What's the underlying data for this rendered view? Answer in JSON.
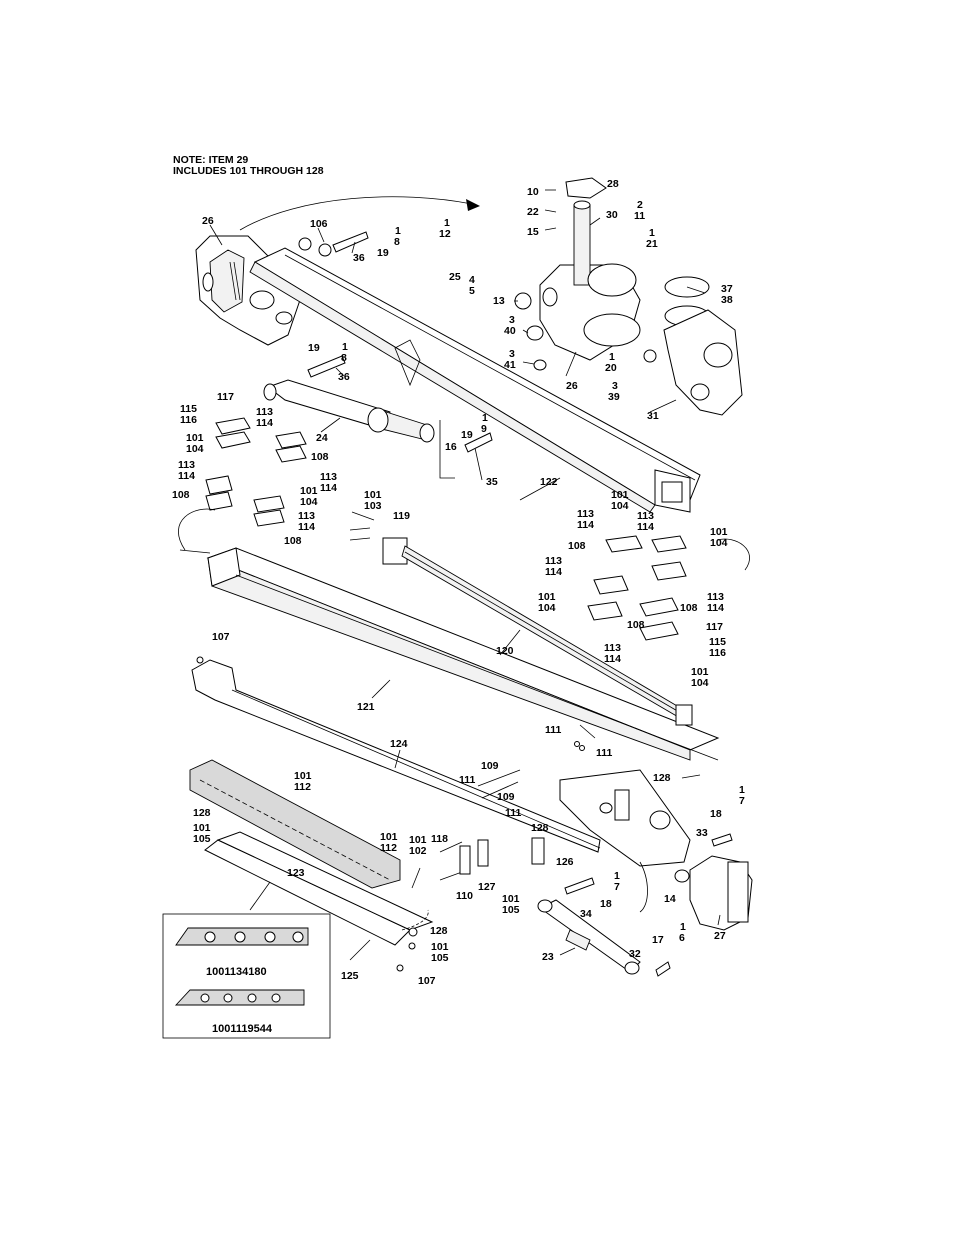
{
  "note": {
    "line1": "NOTE: ITEM 29",
    "line2": "INCLUDES 101 THROUGH 128"
  },
  "inset": {
    "part_a": "1001134180",
    "part_b": "1001119544"
  },
  "callouts": [
    {
      "id": "c1",
      "text": "10"
    },
    {
      "id": "c2",
      "text": "28"
    },
    {
      "id": "c3",
      "text": "22"
    },
    {
      "id": "c4",
      "text": "30"
    },
    {
      "id": "c5",
      "text": "2"
    },
    {
      "id": "c6",
      "text": "11"
    },
    {
      "id": "c7",
      "text": "15"
    },
    {
      "id": "c8",
      "text": "1"
    },
    {
      "id": "c9",
      "text": "21"
    },
    {
      "id": "c10",
      "text": "26"
    },
    {
      "id": "c11",
      "text": "106"
    },
    {
      "id": "c12",
      "text": "1"
    },
    {
      "id": "c13",
      "text": "8"
    },
    {
      "id": "c14",
      "text": "36"
    },
    {
      "id": "c15",
      "text": "19"
    },
    {
      "id": "c16",
      "text": "1"
    },
    {
      "id": "c17",
      "text": "12"
    },
    {
      "id": "c18",
      "text": "25"
    },
    {
      "id": "c19",
      "text": "4"
    },
    {
      "id": "c20",
      "text": "5"
    },
    {
      "id": "c21",
      "text": "37"
    },
    {
      "id": "c22",
      "text": "38"
    },
    {
      "id": "c23",
      "text": "13"
    },
    {
      "id": "c24",
      "text": "3"
    },
    {
      "id": "c25",
      "text": "40"
    },
    {
      "id": "c26",
      "text": "3"
    },
    {
      "id": "c27",
      "text": "41"
    },
    {
      "id": "c28",
      "text": "26"
    },
    {
      "id": "c29",
      "text": "1"
    },
    {
      "id": "c30",
      "text": "20"
    },
    {
      "id": "c31",
      "text": "3"
    },
    {
      "id": "c32",
      "text": "39"
    },
    {
      "id": "c33",
      "text": "31"
    },
    {
      "id": "c34",
      "text": "19"
    },
    {
      "id": "c35",
      "text": "1"
    },
    {
      "id": "c36",
      "text": "8"
    },
    {
      "id": "c37",
      "text": "36"
    },
    {
      "id": "c38",
      "text": "117"
    },
    {
      "id": "c39",
      "text": "115"
    },
    {
      "id": "c40",
      "text": "116"
    },
    {
      "id": "c41",
      "text": "113"
    },
    {
      "id": "c42",
      "text": "114"
    },
    {
      "id": "c43",
      "text": "24"
    },
    {
      "id": "c44",
      "text": "101"
    },
    {
      "id": "c45",
      "text": "104"
    },
    {
      "id": "c46",
      "text": "108"
    },
    {
      "id": "c47",
      "text": "1"
    },
    {
      "id": "c48",
      "text": "9"
    },
    {
      "id": "c49",
      "text": "19"
    },
    {
      "id": "c50",
      "text": "16"
    },
    {
      "id": "c51",
      "text": "113"
    },
    {
      "id": "c52",
      "text": "114"
    },
    {
      "id": "c53",
      "text": "113"
    },
    {
      "id": "c54",
      "text": "114"
    },
    {
      "id": "c55",
      "text": "35"
    },
    {
      "id": "c56",
      "text": "122"
    },
    {
      "id": "c57",
      "text": "108"
    },
    {
      "id": "c58",
      "text": "101"
    },
    {
      "id": "c59",
      "text": "104"
    },
    {
      "id": "c60",
      "text": "113"
    },
    {
      "id": "c61",
      "text": "114"
    },
    {
      "id": "c62",
      "text": "108"
    },
    {
      "id": "c63",
      "text": "101"
    },
    {
      "id": "c64",
      "text": "103"
    },
    {
      "id": "c65",
      "text": "119"
    },
    {
      "id": "c66",
      "text": "101"
    },
    {
      "id": "c67",
      "text": "104"
    },
    {
      "id": "c68",
      "text": "113"
    },
    {
      "id": "c69",
      "text": "114"
    },
    {
      "id": "c70",
      "text": "113"
    },
    {
      "id": "c71",
      "text": "114"
    },
    {
      "id": "c72",
      "text": "101"
    },
    {
      "id": "c73",
      "text": "104"
    },
    {
      "id": "c74",
      "text": "108"
    },
    {
      "id": "c75",
      "text": "113"
    },
    {
      "id": "c76",
      "text": "114"
    },
    {
      "id": "c77",
      "text": "113"
    },
    {
      "id": "c78",
      "text": "114"
    },
    {
      "id": "c79",
      "text": "101"
    },
    {
      "id": "c80",
      "text": "104"
    },
    {
      "id": "c81",
      "text": "108"
    },
    {
      "id": "c82",
      "text": "117"
    },
    {
      "id": "c83",
      "text": "108"
    },
    {
      "id": "c84",
      "text": "113"
    },
    {
      "id": "c85",
      "text": "114"
    },
    {
      "id": "c86",
      "text": "115"
    },
    {
      "id": "c87",
      "text": "116"
    },
    {
      "id": "c88",
      "text": "101"
    },
    {
      "id": "c89",
      "text": "104"
    },
    {
      "id": "c90",
      "text": "107"
    },
    {
      "id": "c91",
      "text": "120"
    },
    {
      "id": "c92",
      "text": "121"
    },
    {
      "id": "c93",
      "text": "111"
    },
    {
      "id": "c94",
      "text": "111"
    },
    {
      "id": "c95",
      "text": "124"
    },
    {
      "id": "c96",
      "text": "101"
    },
    {
      "id": "c97",
      "text": "112"
    },
    {
      "id": "c98",
      "text": "109"
    },
    {
      "id": "c99",
      "text": "111"
    },
    {
      "id": "c100",
      "text": "109"
    },
    {
      "id": "c101",
      "text": "128"
    },
    {
      "id": "c102",
      "text": "111"
    },
    {
      "id": "c103",
      "text": "1"
    },
    {
      "id": "c104",
      "text": "7"
    },
    {
      "id": "c105",
      "text": "128"
    },
    {
      "id": "c106",
      "text": "101"
    },
    {
      "id": "c107",
      "text": "105"
    },
    {
      "id": "c108",
      "text": "128"
    },
    {
      "id": "c109",
      "text": "18"
    },
    {
      "id": "c110",
      "text": "101"
    },
    {
      "id": "c111",
      "text": "112"
    },
    {
      "id": "c112",
      "text": "101"
    },
    {
      "id": "c113",
      "text": "118"
    },
    {
      "id": "c114",
      "text": "102"
    },
    {
      "id": "c115",
      "text": "33"
    },
    {
      "id": "c116",
      "text": "126"
    },
    {
      "id": "c117",
      "text": "123"
    },
    {
      "id": "c118",
      "text": "1"
    },
    {
      "id": "c119",
      "text": "7"
    },
    {
      "id": "c120",
      "text": "110"
    },
    {
      "id": "c121",
      "text": "127"
    },
    {
      "id": "c122",
      "text": "14"
    },
    {
      "id": "c123",
      "text": "101"
    },
    {
      "id": "c124",
      "text": "105"
    },
    {
      "id": "c125",
      "text": "18"
    },
    {
      "id": "c126",
      "text": "34"
    },
    {
      "id": "c127",
      "text": "27"
    },
    {
      "id": "c128",
      "text": "128"
    },
    {
      "id": "c129",
      "text": "1"
    },
    {
      "id": "c130",
      "text": "6"
    },
    {
      "id": "c131",
      "text": "101"
    },
    {
      "id": "c132",
      "text": "105"
    },
    {
      "id": "c133",
      "text": "17"
    },
    {
      "id": "c134",
      "text": "23"
    },
    {
      "id": "c135",
      "text": "32"
    },
    {
      "id": "c136",
      "text": "125"
    },
    {
      "id": "c137",
      "text": "107"
    }
  ]
}
